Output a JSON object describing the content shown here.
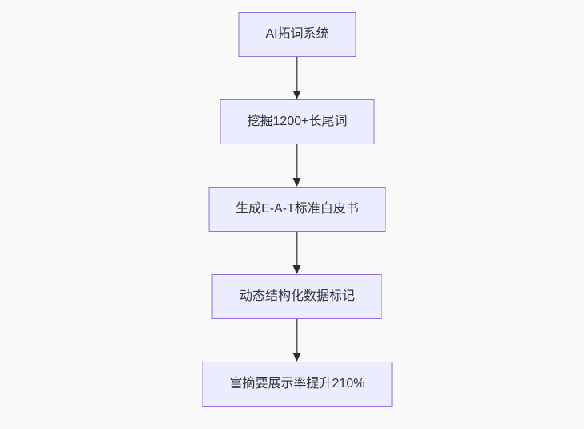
{
  "diagram": {
    "type": "flowchart-vertical",
    "nodes": [
      {
        "label": "AI拓词系统"
      },
      {
        "label": "挖掘1200+长尾词"
      },
      {
        "label": "生成E-A-T标准白皮书"
      },
      {
        "label": "动态结构化数据标记"
      },
      {
        "label": "富摘要展示率提升210%"
      }
    ],
    "edges": [
      {
        "from": "AI拓词系统",
        "to": "挖掘1200+长尾词"
      },
      {
        "from": "挖掘1200+长尾词",
        "to": "生成E-A-T标准白皮书"
      },
      {
        "from": "生成E-A-T标准白皮书",
        "to": "动态结构化数据标记"
      },
      {
        "from": "动态结构化数据标记",
        "to": "富摘要展示率提升210%"
      }
    ],
    "colors": {
      "background": "#f9f9f9",
      "node_fill": "#ececff",
      "node_border": "#9370db",
      "node_text": "#333333",
      "edge_line": "#5b5b5b",
      "edge_arrowhead": "#2b2b2b"
    }
  }
}
